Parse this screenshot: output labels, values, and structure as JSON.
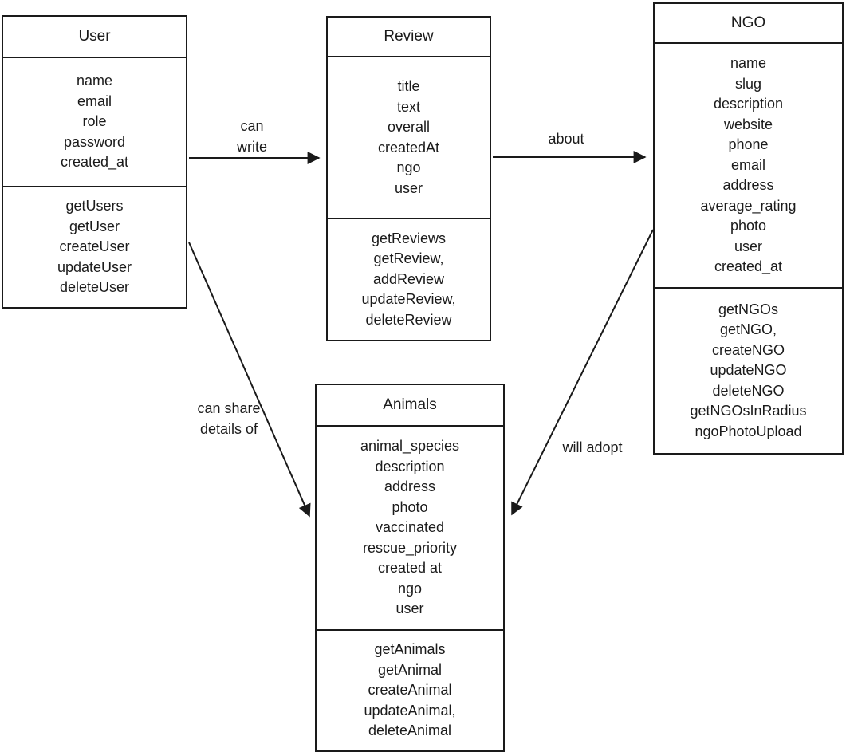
{
  "diagram": {
    "type": "entity-relationship-class-diagram",
    "colors": {
      "background": "#ffffff",
      "line": "#1a1a1a",
      "text": "#1b1b1b"
    },
    "entities": {
      "user": {
        "title": "User",
        "attributes": [
          "name",
          "email",
          "role",
          "password",
          "created_at"
        ],
        "methods": [
          "getUsers",
          "getUser",
          "createUser",
          "updateUser",
          "deleteUser"
        ]
      },
      "review": {
        "title": "Review",
        "attributes": [
          "title",
          "text",
          "overall",
          "createdAt",
          "ngo",
          "user"
        ],
        "methods": [
          "getReviews",
          "getReview,",
          "addReview",
          "updateReview,",
          "deleteReview"
        ]
      },
      "ngo": {
        "title": "NGO",
        "attributes": [
          "name",
          "slug",
          "description",
          "website",
          "phone",
          "email",
          "address",
          "average_rating",
          "photo",
          "user",
          "created_at"
        ],
        "methods": [
          "getNGOs",
          "getNGO,",
          "createNGO",
          "updateNGO",
          "deleteNGO",
          "getNGOsInRadius",
          "ngoPhotoUpload"
        ]
      },
      "animals": {
        "title": "Animals",
        "attributes": [
          "animal_species",
          "description",
          "address",
          "photo",
          "vaccinated",
          "rescue_priority",
          "created at",
          "ngo",
          "user"
        ],
        "methods": [
          "getAnimals",
          "getAnimal",
          "createAnimal",
          "updateAnimal,",
          "deleteAnimal"
        ]
      }
    },
    "relationships": {
      "user_review": {
        "from": "User",
        "to": "Review",
        "label_lines": [
          "can",
          "write"
        ]
      },
      "review_ngo": {
        "from": "Review",
        "to": "NGO",
        "label_lines": [
          "about"
        ]
      },
      "user_animals": {
        "from": "User",
        "to": "Animals",
        "label_lines": [
          "can share",
          "details of"
        ]
      },
      "ngo_animals": {
        "from": "NGO",
        "to": "Animals",
        "label_lines": [
          "will adopt"
        ]
      }
    }
  }
}
